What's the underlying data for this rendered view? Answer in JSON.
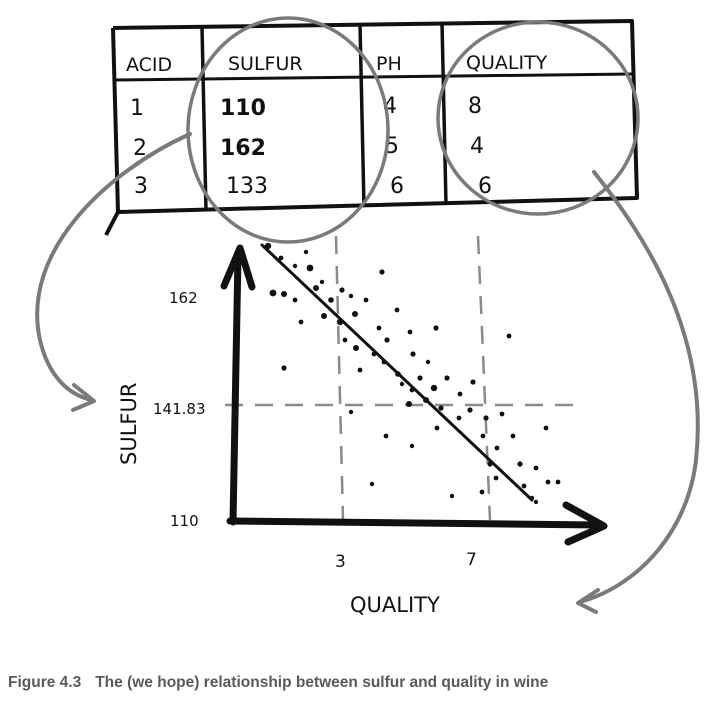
{
  "table": {
    "headers": [
      "ACID",
      "SULFUR",
      "PH",
      "QUALITY"
    ],
    "rows": [
      [
        "1",
        "110",
        "4",
        "8"
      ],
      [
        "2",
        "162",
        "5",
        "4"
      ],
      [
        "3",
        "133",
        "6",
        "6"
      ]
    ]
  },
  "chart_data": {
    "type": "scatter",
    "xlabel": "QUALITY",
    "ylabel": "SULFUR",
    "x_ticks": [
      "3",
      "7"
    ],
    "y_ticks": [
      "162",
      "141.83",
      "110"
    ],
    "reference_lines": {
      "x": [
        3,
        7
      ],
      "y": [
        141.83
      ]
    },
    "trend": "decreasing"
  },
  "caption": {
    "number": "Figure 4.3",
    "text": "The (we hope) relationship between sulfur and quality in wine"
  },
  "colors": {
    "ink": "#111111",
    "arrow": "#7a7a7a",
    "dash": "#8a8a8a",
    "caption": "#5a5a5a"
  }
}
